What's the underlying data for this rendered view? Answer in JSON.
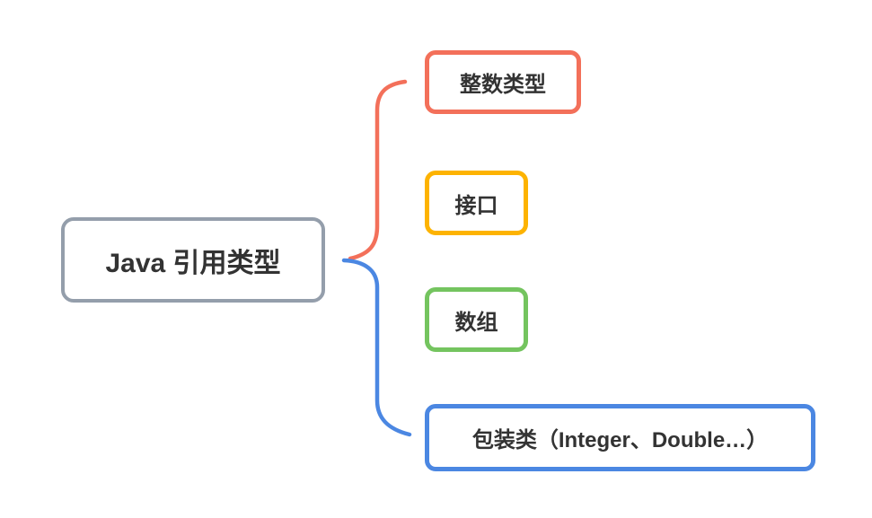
{
  "diagram": {
    "background_color": "#FFFFFF",
    "text_color": "#333333",
    "root": {
      "label": "Java 引用类型",
      "border_color": "#949EAB"
    },
    "children": [
      {
        "id": "integer-type",
        "label": "整数类型",
        "border_color": "#F3705A"
      },
      {
        "id": "interface",
        "label": "接口",
        "border_color": "#FDB301"
      },
      {
        "id": "array",
        "label": "数组",
        "border_color": "#74C45F"
      },
      {
        "id": "wrapper-class",
        "label": "包装类（Integer、Double…）",
        "border_color": "#4B87E2"
      }
    ],
    "connectors": [
      {
        "from": "root",
        "to": "integer-type",
        "color": "#F3705A"
      },
      {
        "from": "root",
        "to": "wrapper-class",
        "color": "#4B87E2"
      }
    ]
  }
}
